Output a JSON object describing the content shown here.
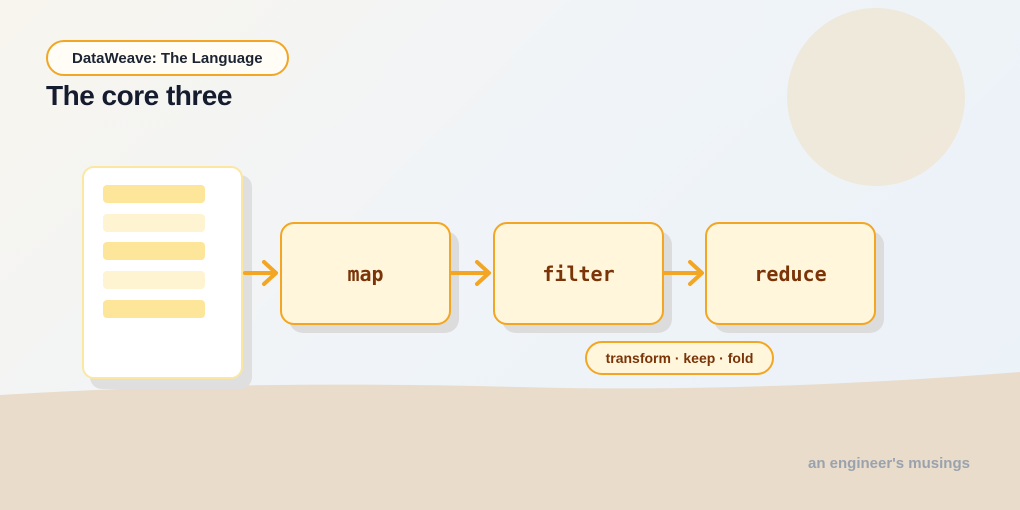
{
  "header": {
    "tag": "DataWeave: The Language",
    "title": "The core three"
  },
  "pipeline": {
    "stages": [
      {
        "label": "map"
      },
      {
        "label": "filter"
      },
      {
        "label": "reduce"
      }
    ],
    "caption": "transform · keep · fold"
  },
  "footer": {
    "text": "an engineer's musings"
  },
  "colors": {
    "accent": "#f2a623",
    "stage_fill": "#fff6dc",
    "stage_text": "#7a3408",
    "title_text": "#141c2e",
    "ground": "#e9dccb",
    "footer_text": "#9aa2ad"
  }
}
